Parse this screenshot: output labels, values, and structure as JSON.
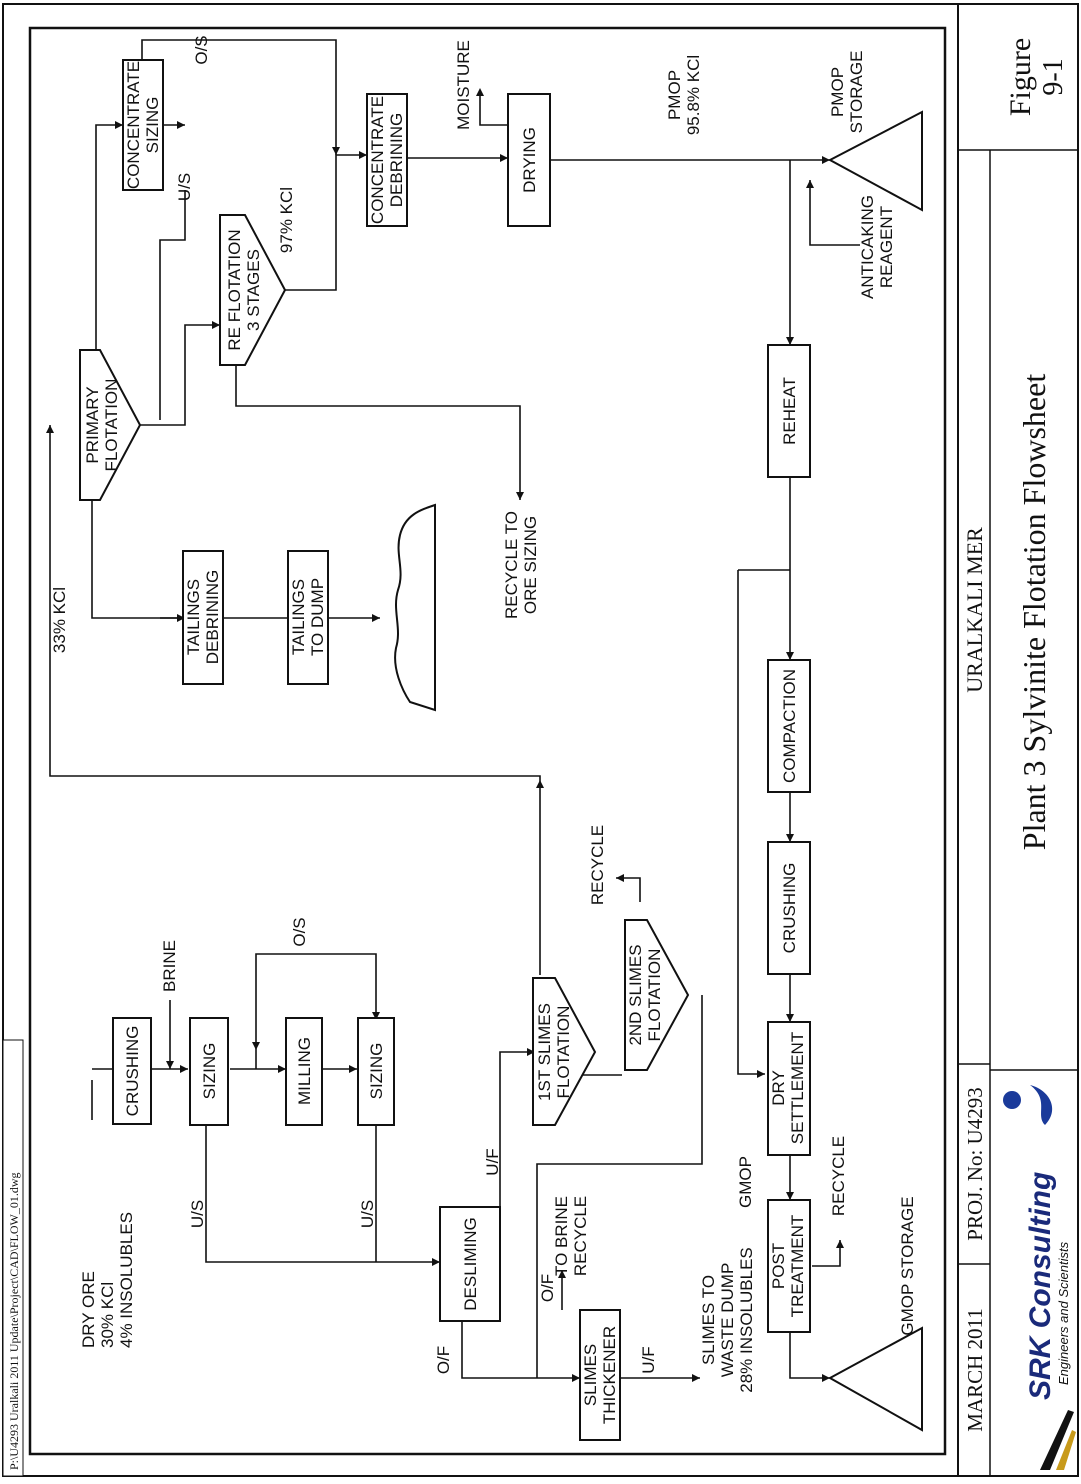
{
  "file_path": "P:\\U4293 Uralkali 2011 Update\\Project\\CAD\\FLOW_01.dwg",
  "title_block": {
    "figure_label": "Figure",
    "figure_number": "9-1",
    "title": "Plant 3 Sylvinite Flotation Flowsheet",
    "client": "URALKALI MER",
    "proj_no": "PROJ. No: U4293",
    "date": "MARCH 2011",
    "company": "SRK Consulting",
    "company_sub": "Engineers and Scientists"
  },
  "feed": [
    "DRY ORE",
    "30% KCl",
    "4% INSOLUBLES"
  ],
  "units": {
    "crushing1": [
      "CRUSHING"
    ],
    "sizing1": [
      "SIZING"
    ],
    "milling": [
      "MILLING"
    ],
    "sizing2": [
      "SIZING"
    ],
    "desliming": [
      "DESLIMING"
    ],
    "slimes_thickener": [
      "SLIMES",
      "THICKENER"
    ],
    "slimes_flot1": [
      "1ST SLIMES",
      "FLOTATION"
    ],
    "slimes_flot2": [
      "2ND SLIMES",
      "FLOTATION"
    ],
    "primary_flot": [
      "PRIMARY",
      "FLOTATION"
    ],
    "tailings_debrining": [
      "TAILINGS",
      "DEBRINING"
    ],
    "tailings_dump": [
      "TAILINGS",
      "TO DUMP"
    ],
    "reflotation": [
      "RE FLOTATION",
      "3 STAGES"
    ],
    "conc_sizing": [
      "CONCENTRATE",
      "SIZING"
    ],
    "conc_debrining": [
      "CONCENTRATE",
      "DEBRINING"
    ],
    "drying": [
      "DRYING"
    ],
    "reheat": [
      "REHEAT"
    ],
    "compaction": [
      "COMPACTION"
    ],
    "crushing2": [
      "CRUSHING"
    ],
    "dry_settlement": [
      "DRY",
      "SETTLEMENT"
    ],
    "post_treatment": [
      "POST",
      "TREATMENT"
    ]
  },
  "labels": {
    "brine": "BRINE",
    "os1": "O/S",
    "us1": "U/S",
    "us2": "U/S",
    "uf1": "U/F",
    "of1": "O/F",
    "of2": "O/F",
    "uf2": "U/F",
    "to_brine_recycle": [
      "TO BRINE",
      "RECYCLE"
    ],
    "slimes_dump": [
      "SLIMES TO",
      "WASTE DUMP",
      "28% INSOLUBLES"
    ],
    "recycle_slimes": "RECYCLE",
    "kcl33": "33% KCl",
    "recycle_ore": [
      "RECYCLE TO",
      "ORE SIZING"
    ],
    "kcl97": "97% KCl",
    "us3": "U/S",
    "os3": "O/S",
    "moisture": "MOISTURE",
    "pmop_grade": [
      "PMOP",
      "95.8%  KCl"
    ],
    "pmop_storage": [
      "PMOP",
      "STORAGE"
    ],
    "anticaking": [
      "ANTICAKING",
      "REAGENT"
    ],
    "gmop": "GMOP",
    "recycle_post": "RECYCLE",
    "gmop_storage": "GMOP STORAGE"
  }
}
